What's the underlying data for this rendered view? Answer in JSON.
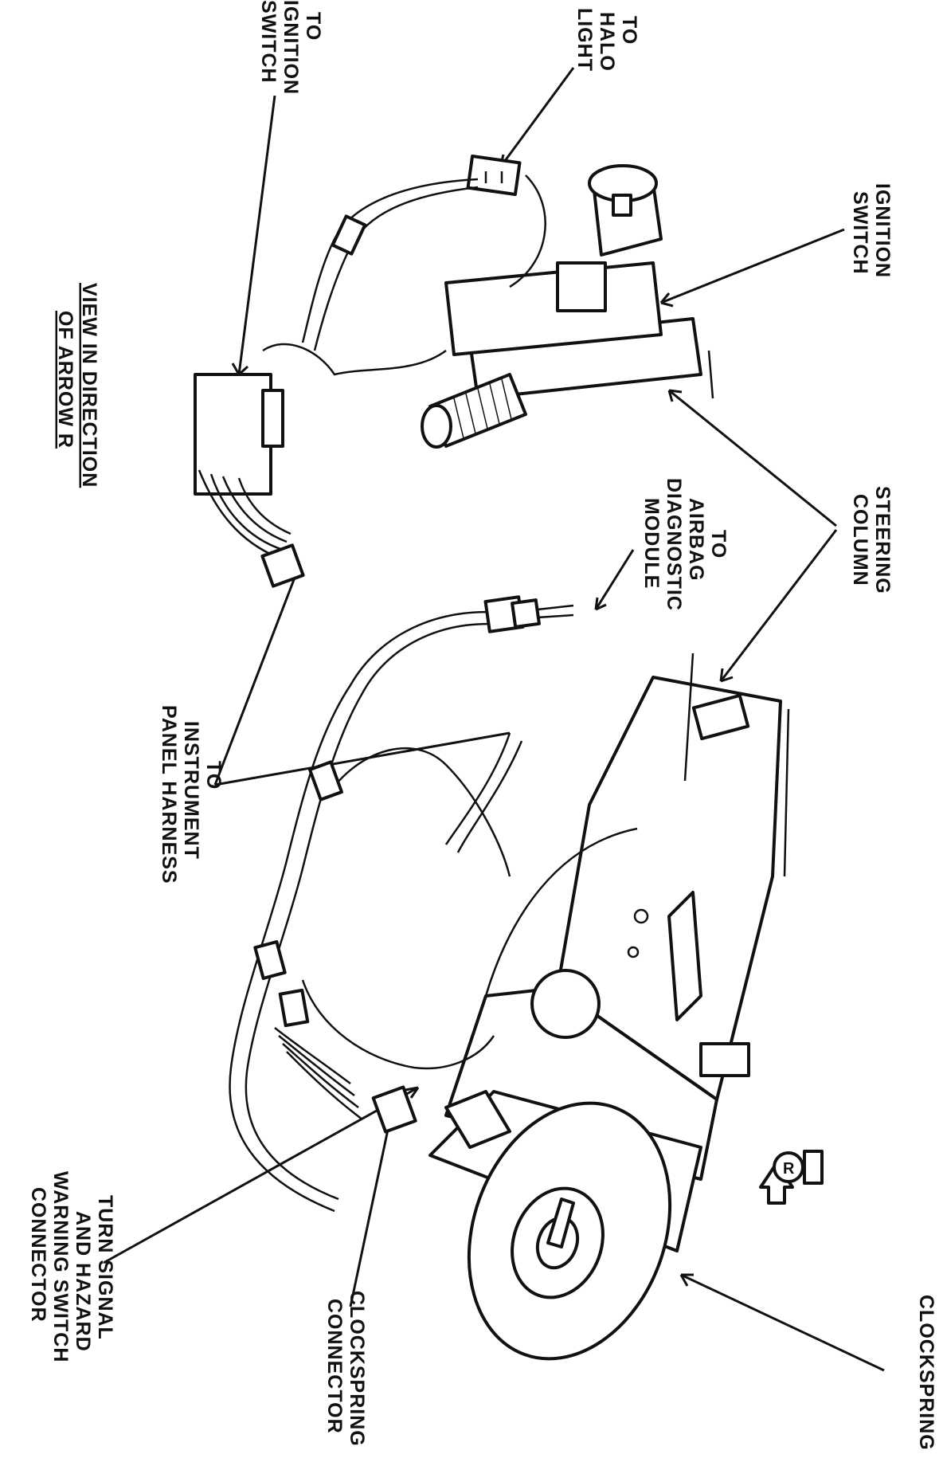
{
  "labels": {
    "to_ignition_switch": [
      "TO",
      "IGNITION",
      "SWITCH"
    ],
    "to_halo_light": [
      "TO",
      "HALO",
      "LIGHT"
    ],
    "ignition_switch": [
      "IGNITION",
      "SWITCH"
    ],
    "steering_column": [
      "STEERING",
      "COLUMN"
    ],
    "to_airbag_module": [
      "TO",
      "AIRBAG",
      "DIAGNOSTIC",
      "MODULE"
    ],
    "view_in_direction": [
      "VIEW IN DIRECTION",
      "OF ARROW R"
    ],
    "to_instrument_panel": [
      "TO",
      "INSTRUMENT",
      "PANEL HARNESS"
    ],
    "turn_signal_connector": [
      "TURN SIGNAL",
      "AND HAZARD",
      "WARNING SWITCH",
      "CONNECTOR"
    ],
    "clockspring_connector": [
      "CLOCKSPRING",
      "CONNECTOR"
    ],
    "clockspring": [
      "CLOCKSPRING"
    ],
    "arrow_marker": "R"
  }
}
